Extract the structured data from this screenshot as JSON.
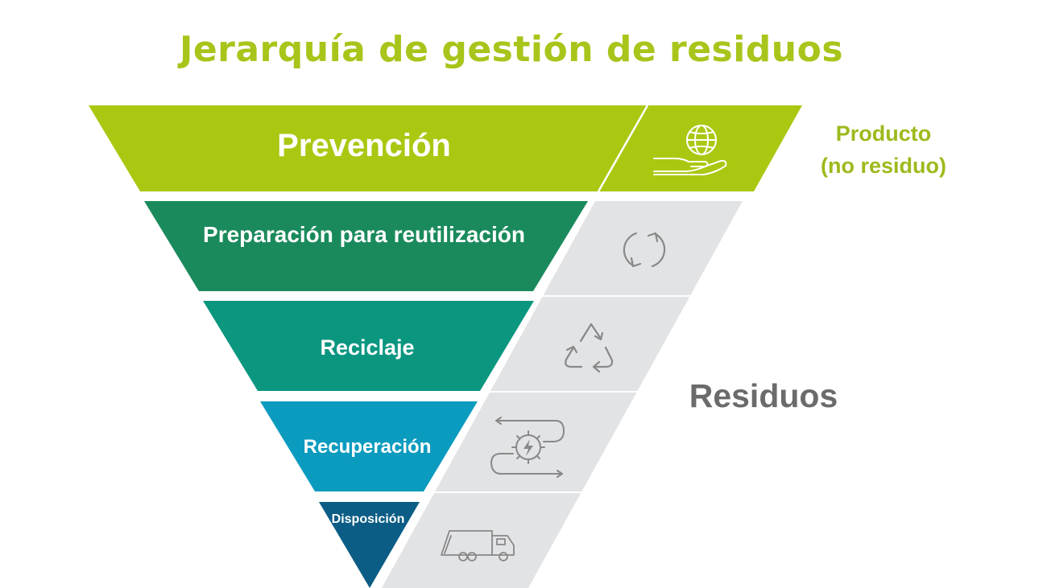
{
  "title": "Jerarquía de gestión de residuos",
  "levels": [
    {
      "label": "Prevención",
      "color": "#aac812",
      "icon": "hand-globe-icon"
    },
    {
      "label": "Preparación para reutilización",
      "color": "#1a8a5c",
      "icon": "reuse-cycle-icon"
    },
    {
      "label": "Reciclaje",
      "color": "#0b9680",
      "icon": "recycle-icon"
    },
    {
      "label": "Recuperación",
      "color": "#0b9bbf",
      "icon": "energy-recovery-gear-icon"
    },
    {
      "label": "Disposición",
      "color": "#0c5d85",
      "icon": "garbage-truck-icon"
    }
  ],
  "side_labels": {
    "product_line1": "Producto",
    "product_line2": "(no residuo)",
    "waste": "Residuos"
  },
  "colors": {
    "title": "#a7c51a",
    "product_label": "#9cba1c",
    "waste_label": "#6b6b6b",
    "waste_band": "#e2e3e5",
    "icon_on_gray": "#888888",
    "icon_on_green": "#ffffff"
  }
}
